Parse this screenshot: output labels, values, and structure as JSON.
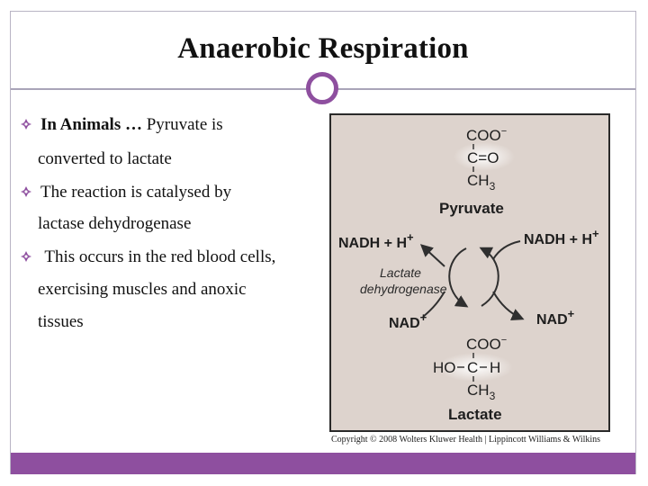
{
  "title": "Anaerobic Respiration",
  "bullets": [
    {
      "lead": "In Animals … ",
      "rest": "Pyruvate  is",
      "line2": "converted to lactate"
    },
    {
      "lead": "",
      "rest": "The reaction is catalysed by",
      "line2": "lactase dehydrogenase"
    },
    {
      "lead": "",
      "rest": " This occurs in the red blood cells,",
      "line2": "exercising muscles and anoxic",
      "line3": "tissues"
    }
  ],
  "figure": {
    "pyruvate": {
      "coo": "COO",
      "coo_charge": "−",
      "carbonyl": "C=O",
      "methyl": "CH",
      "methyl_sub": "3",
      "label": "Pyruvate"
    },
    "lactate": {
      "coo": "COO",
      "coo_charge": "−",
      "ho": "HO",
      "c": "C",
      "h": "H",
      "methyl": "CH",
      "methyl_sub": "3",
      "label": "Lactate"
    },
    "nadh_left": "NADH + H",
    "nadh_right": "NADH + H",
    "plus": "+",
    "nad_left": "NAD",
    "nad_right": "NAD",
    "enzyme_line1": "Lactate",
    "enzyme_line2": "dehydrogenase",
    "copyright": "Copyright © 2008 Wolters Kluwer Health | Lippincott Williams & Wilkins"
  },
  "colors": {
    "accent": "#8e4f9f",
    "figure_bg": "#ddd3cd"
  }
}
